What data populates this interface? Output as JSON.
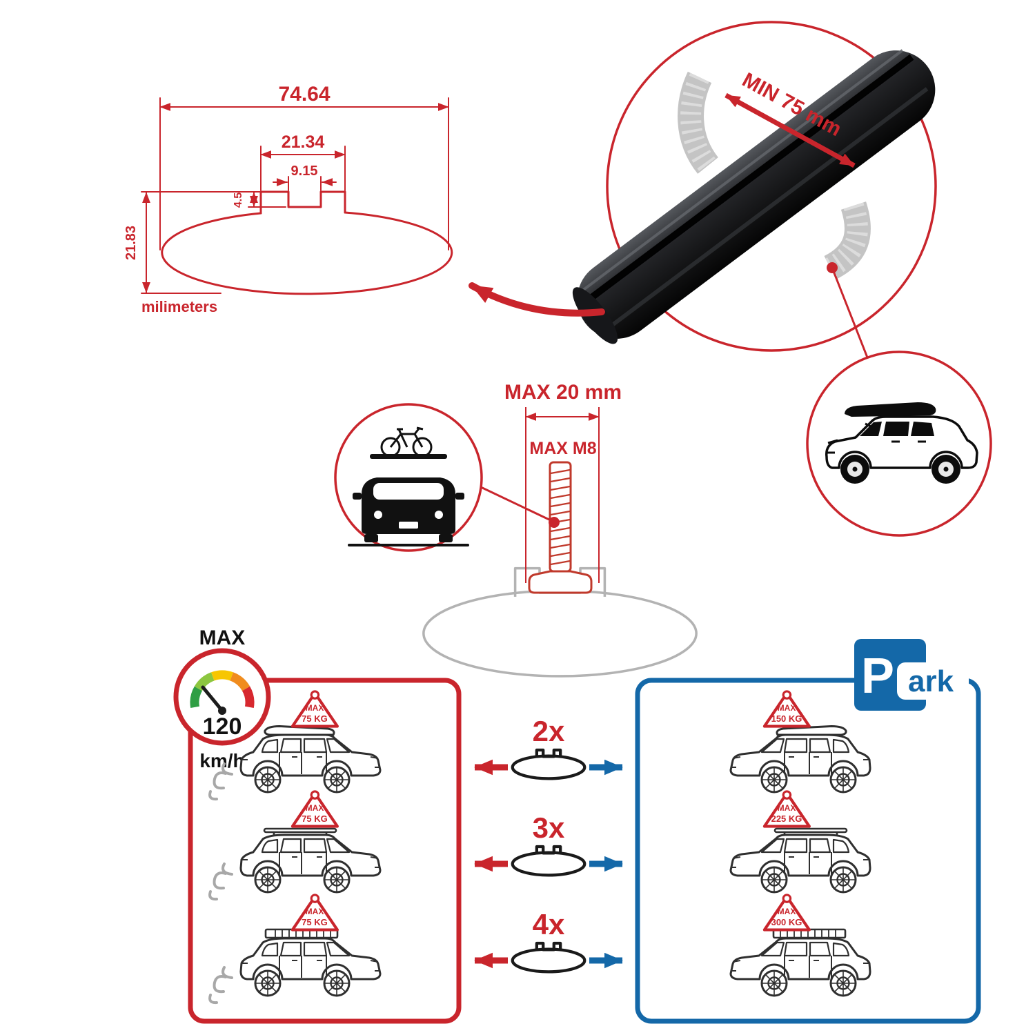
{
  "colors": {
    "red": "#c9252c",
    "blue": "#1468a8",
    "gray": "#c4c4c4",
    "black": "#111111"
  },
  "dimensions": {
    "total_width": "74.64",
    "slot_outer": "21.34",
    "slot_inner": "9.15",
    "lip_depth": "4.5",
    "total_height": "21.83",
    "units_label": "milimeters"
  },
  "bar": {
    "min_span_label": "MIN 75 mm"
  },
  "bolt": {
    "max_width_label": "MAX 20 mm",
    "thread_label": "MAX M8"
  },
  "speedometer": {
    "title": "MAX",
    "value": "120",
    "unit": "km/h"
  },
  "park_sign": {
    "initial": "P",
    "rest": "ark"
  },
  "capacity_rows": [
    {
      "multiplier": "2x",
      "drive_max_label": "MAX",
      "drive_load": "75 KG",
      "park_max_label": "MAX",
      "park_load": "150 KG"
    },
    {
      "multiplier": "3x",
      "drive_max_label": "MAX",
      "drive_load": "75 KG",
      "park_max_label": "MAX",
      "park_load": "225 KG"
    },
    {
      "multiplier": "4x",
      "drive_max_label": "MAX",
      "drive_load": "75 KG",
      "park_max_label": "MAX",
      "park_load": "300 KG"
    }
  ]
}
